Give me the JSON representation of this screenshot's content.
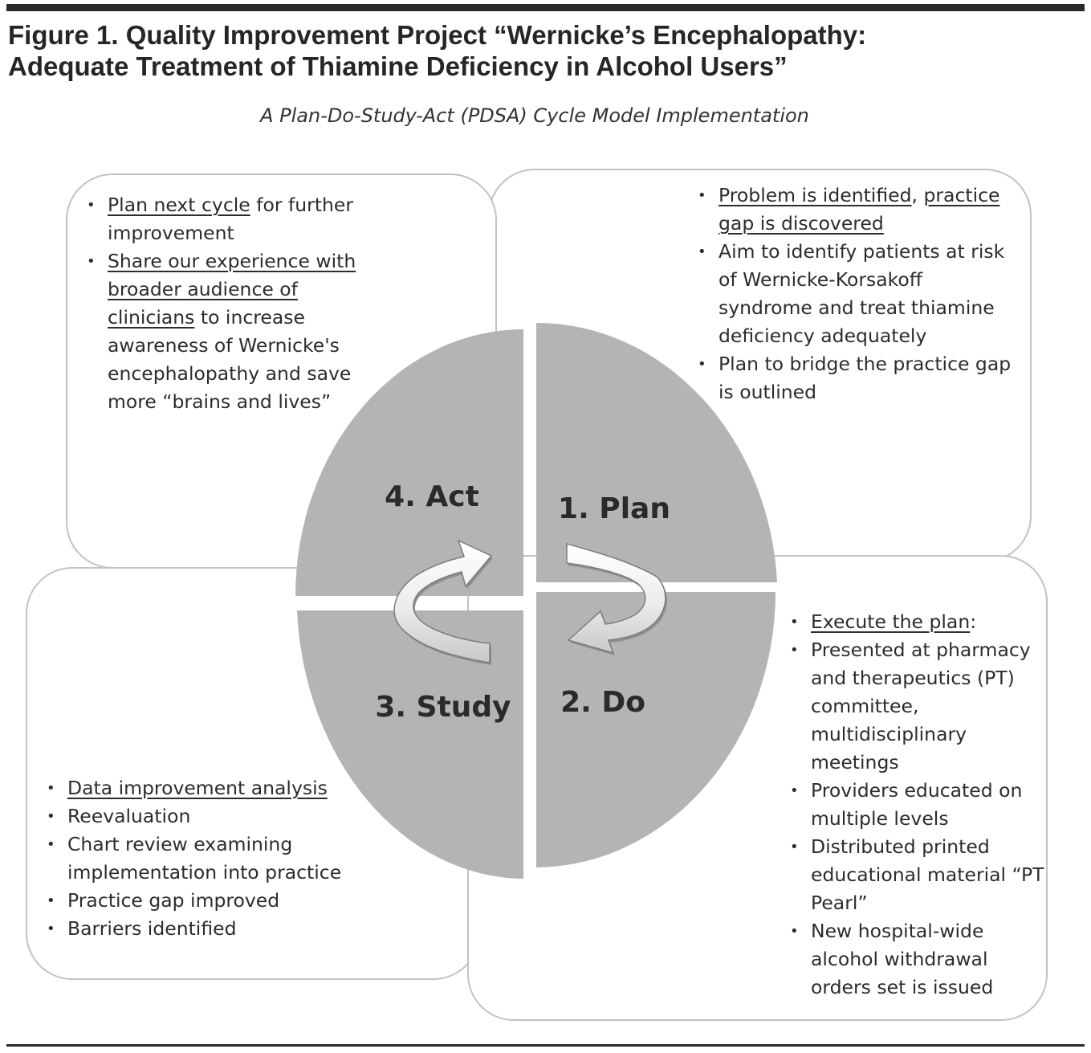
{
  "figure": {
    "title_line1": "Figure 1. Quality Improvement Project “Wernicke’s Encephalopathy:",
    "title_line2": "Adequate Treatment of Thiamine Deficiency in Alcohol Users”",
    "subtitle": "A Plan-Do-Study-Act (PDSA) Cycle Model Implementation"
  },
  "quadrants": {
    "act": "4. Act",
    "plan": "1. Plan",
    "do": "2. Do",
    "study": "3. Study"
  },
  "plan_box": {
    "b1_u1": "Problem is identified",
    "b1_sep": ", ",
    "b1_u2": "practice gap is discovered",
    "b2": "Aim to identify patients at risk of Wernicke-Korsakoff syndrome and treat thiamine deficiency adequately",
    "b3": "Plan to bridge the practice gap is outlined"
  },
  "act_box": {
    "b1_u": "Plan next cycle",
    "b1_rest": " for further improvement",
    "b2_u": "Share our experience with broader audience of clinicians",
    "b2_rest": " to increase awareness of Wernicke's encephalopathy and save more “brains and lives”"
  },
  "study_box": {
    "b1_u": "Data improvement analysis",
    "b2": "Reevaluation",
    "b3": "Chart review examining implementation into practice",
    "b4": "Practice gap improved",
    "b5": "Barriers identified"
  },
  "do_box": {
    "b1_u": "Execute the plan",
    "b1_rest": ":",
    "b2": "Presented at pharmacy and therapeutics (PT) committee, multidisciplinary meetings",
    "b3": "Providers educated on multiple levels",
    "b4": "Distributed printed educational material “PT Pearl”",
    "b5": "New hospital-wide alcohol withdrawal orders set is issued"
  },
  "colors": {
    "quadrant_fill": "#b4b4b4",
    "box_border": "#c2c2c2",
    "arrow_light": "#f4f4f4",
    "arrow_shadow": "#8a8a8a",
    "text": "#2a2a2a"
  },
  "icons": [
    "curved-arrow-icon",
    "curved-arrow-icon"
  ]
}
